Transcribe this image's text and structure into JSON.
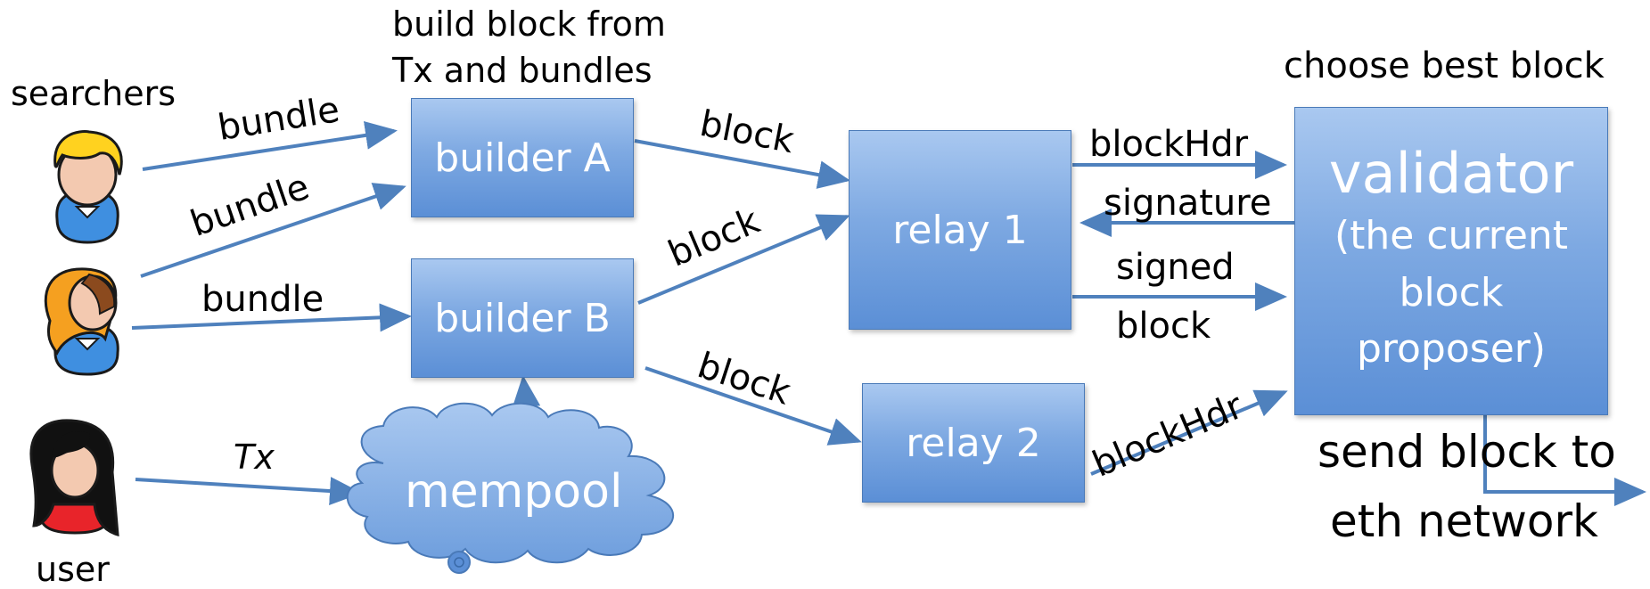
{
  "title_build": [
    "build block from",
    "Tx and bundles"
  ],
  "title_choose": "choose best block",
  "actors": {
    "searchers_label": "searchers",
    "user_label": "user"
  },
  "nodes": {
    "builder_a": "builder A",
    "builder_b": "builder B",
    "mempool": "mempool",
    "relay_1": "relay 1",
    "relay_2": "relay 2",
    "validator_title": "validator",
    "validator_sub": [
      "(the current",
      "block",
      "proposer)"
    ]
  },
  "edge_labels": {
    "bundle_1": "bundle",
    "bundle_2": "bundle",
    "bundle_3": "bundle",
    "tx": "Tx",
    "block_a": "block",
    "block_b1": "block",
    "block_b2": "block",
    "blockhdr_1": "blockHdr",
    "signature": "signature",
    "signed_block": [
      "signed",
      "block"
    ],
    "blockhdr_2": "blockHdr"
  },
  "send_label": [
    "send block to",
    "eth network"
  ],
  "colors": {
    "arrow": "#4f81bd",
    "box_top": "#a9c8f0",
    "box_bottom": "#5b8fd6"
  }
}
